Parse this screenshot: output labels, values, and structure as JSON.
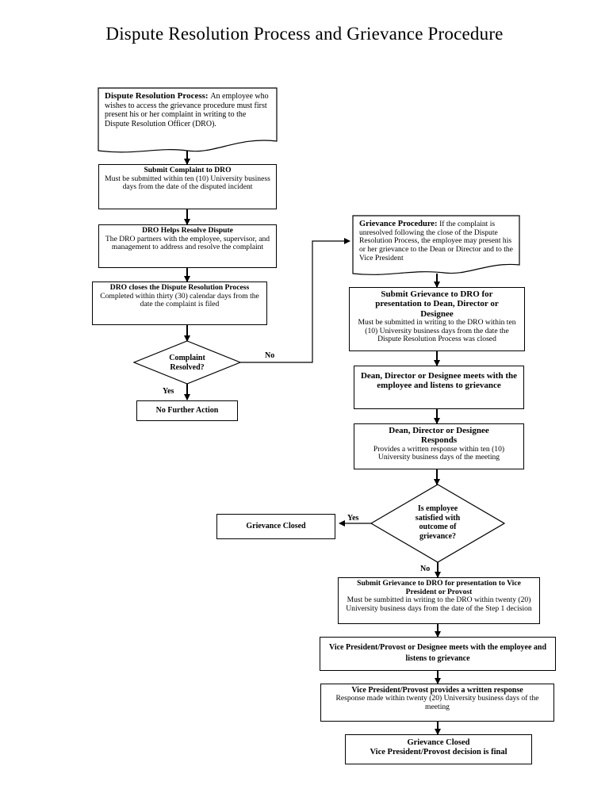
{
  "title": "Dispute Resolution Process and Grievance Procedure",
  "left": {
    "start": {
      "heading": "Dispute Resolution Process:",
      "text": "An employee who wishes to access the grievance procedure must first present his or her complaint in writing to the Dispute Resolution Officer (DRO)."
    },
    "submit": {
      "heading": "Submit Complaint to DRO",
      "text": "Must be submitted within ten (10) University business days from the date of the disputed incident"
    },
    "helps": {
      "heading": "DRO Helps Resolve Dispute",
      "text": "The DRO partners with the employee, supervisor, and management to address and resolve the complaint"
    },
    "closes": {
      "heading": "DRO closes the Dispute Resolution Process",
      "text": "Completed within thirty (30) calendar days from the date the complaint is filed"
    },
    "decision": "Complaint Resolved?",
    "yes_label": "Yes",
    "no_label": "No",
    "no_further": "No Further Action"
  },
  "right": {
    "start": {
      "heading": "Grievance Procedure:",
      "text": "If the complaint is unresolved following the close of the Dispute Resolution Process, the employee may present his or her grievance to the Dean or Director and to the Vice President"
    },
    "submit_dean": {
      "heading": "Submit Grievance to DRO for presentation to Dean, Director or Designee",
      "text": "Must be submitted in writing to the DRO within ten (10) University business days from the date the Dispute Resolution Process was closed"
    },
    "dean_meets": "Dean, Director or Designee meets with the employee and listens to grievance",
    "dean_responds": {
      "heading": "Dean, Director or Designee Responds",
      "text": "Provides a written response within ten (10) University business days of the meeting"
    },
    "decision": "Is employee satisfied with outcome of grievance?",
    "yes_label": "Yes",
    "no_label": "No",
    "grievance_closed": "Grievance Closed",
    "submit_vp": {
      "heading": "Submit Grievance to DRO for presentation to Vice President or Provost",
      "text": "Must be sumbitted in writing to the DRO within twenty (20) University business days from the date of the Step 1 decision"
    },
    "vp_meets": "Vice President/Provost or Designee meets with the employee and listens to grievance",
    "vp_responds": {
      "heading": "Vice President/Provost provides a written response",
      "text": "Response made within twenty (20) University business days of the meeting"
    },
    "final": {
      "line1": "Grievance Closed",
      "line2": "Vice President/Provost decision is final"
    }
  }
}
